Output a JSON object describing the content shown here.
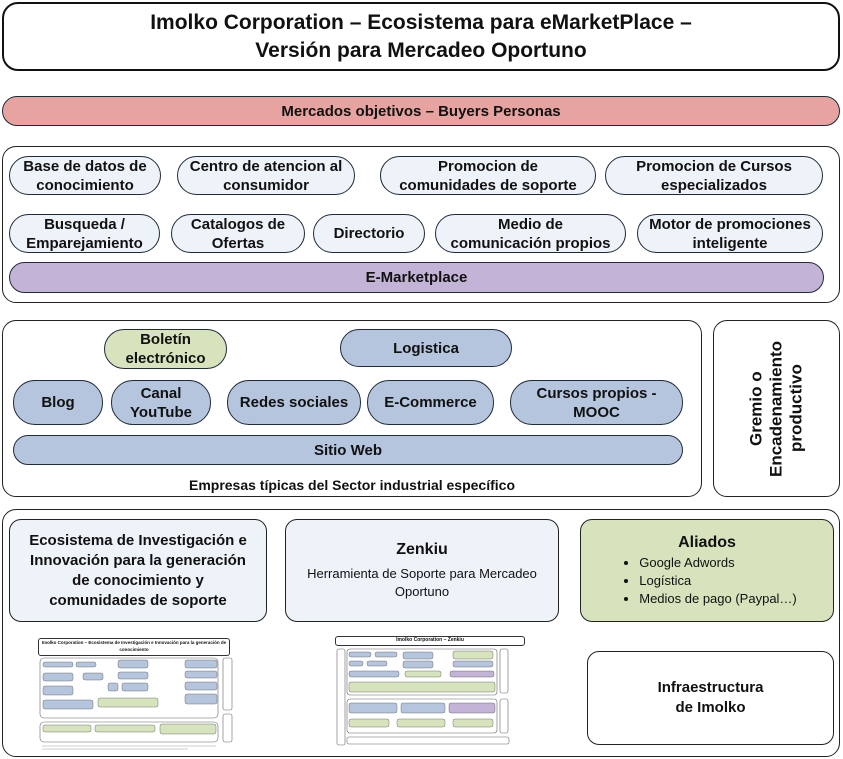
{
  "title": {
    "line1": "Imolko Corporation – Ecosistema para eMarketPlace –",
    "line2": "Versión para Mercadeo Oportuno"
  },
  "buyers_bar": "Mercados objetivos – Buyers Personas",
  "emarket": {
    "row1": [
      "Base de datos de\nconocimiento",
      "Centro de atencion al\nconsumidor",
      "Promocion de\ncomunidades de soporte",
      "Promocion de Cursos\nespecializados"
    ],
    "row2": [
      "Busqueda /\nEmparejamiento",
      "Catalogos de\nOfertas",
      "Directorio",
      "Medio de\ncomunicación propios",
      "Motor de promociones\ninteligente"
    ],
    "base": "E-Marketplace"
  },
  "empresas": {
    "boletin": "Boletín\nelectrónico",
    "logistica": "Logistica",
    "blog": "Blog",
    "canal": "Canal\nYouTube",
    "redes": "Redes sociales",
    "ecommerce": "E-Commerce",
    "cursos": "Cursos propios -\nMOOC",
    "sitio": "Sitio Web",
    "caption": "Empresas típicas del Sector industrial específico"
  },
  "gremio": "Gremio o\nEncadenamiento\nproductivo",
  "bottom": {
    "ecosistema": "Ecosistema de Investigación e\nInnovación para la generación\nde conocimiento y\ncomunidades de soporte",
    "zenkiu_title": "Zenkiu",
    "zenkiu_sub": "Herramienta de Soporte para Mercadeo\nOportuno",
    "aliados_title": "Aliados",
    "aliados_items": [
      "Google Adwords",
      "Logística",
      "Medios de pago (Paypal…)"
    ],
    "infra": "Infraestructura\nde Imolko"
  },
  "thumb_left": {
    "title": "Imolko Corporation – Ecosistema de Investigación e Innovación para la generación de conocimiento"
  },
  "thumb_right": {
    "title": "Imolko Corporation – Zenkiu"
  },
  "colors": {
    "light": "#eef2f9",
    "blue": "#b5c5de",
    "green": "#d6e3bc",
    "red": "#e6a3a0",
    "purple": "#c3b3d6"
  }
}
